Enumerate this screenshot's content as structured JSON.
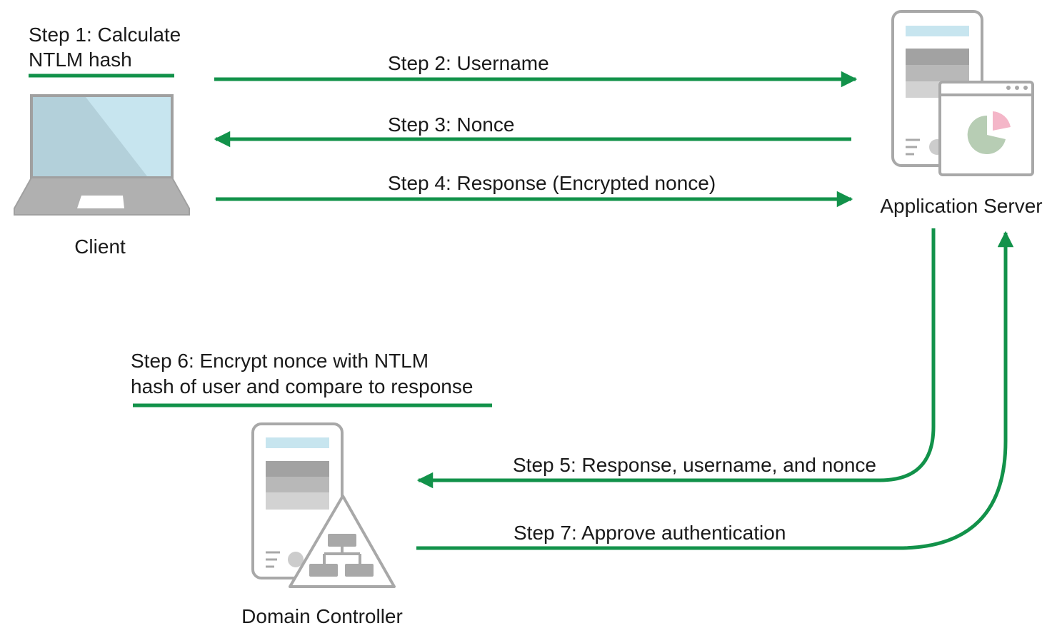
{
  "nodes": {
    "client": "Client",
    "application_server": "Application Server",
    "domain_controller": "Domain Controller"
  },
  "steps": {
    "step1_line1": "Step 1: Calculate",
    "step1_line2": "NTLM hash",
    "step2": "Step 2: Username",
    "step3": "Step 3: Nonce",
    "step4": "Step 4: Response (Encrypted nonce)",
    "step5": "Step 5: Response, username, and nonce",
    "step6_line1": "Step 6: Encrypt nonce with NTLM",
    "step6_line2": "hash of user and compare to response",
    "step7": "Step 7: Approve authentication"
  },
  "colors": {
    "arrow_green": "#12924a",
    "screen_blue": "#c7e5ef",
    "device_gray": "#a8a8a8",
    "pie_green": "#b7cdb4",
    "pie_pink": "#f4b6c8"
  }
}
